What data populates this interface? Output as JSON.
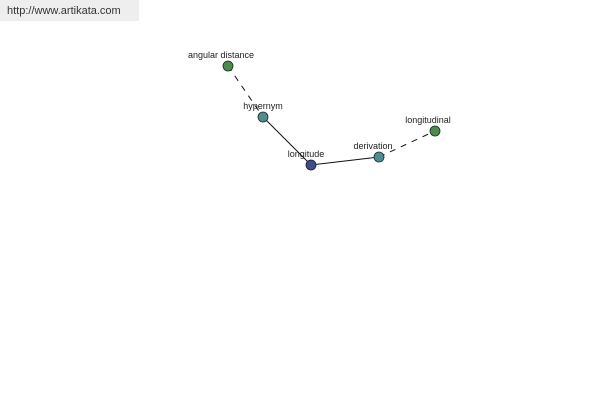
{
  "source": {
    "url_text": "http://www.artikata.com"
  },
  "graph": {
    "nodes": [
      {
        "id": "angular-distance",
        "label": "angular distance",
        "color": "#4e8a4e"
      },
      {
        "id": "hypernym",
        "label": "hypernym",
        "color": "#4e8e8e"
      },
      {
        "id": "longitude",
        "label": "longitude",
        "color": "#3c4e8e"
      },
      {
        "id": "derivation",
        "label": "derivation",
        "color": "#4e8e8e"
      },
      {
        "id": "longitudinal",
        "label": "longitudinal",
        "color": "#4e8a4e"
      }
    ],
    "edges": [
      {
        "from": "angular-distance",
        "to": "hypernym",
        "style": "dashed"
      },
      {
        "from": "hypernym",
        "to": "longitude",
        "style": "solid"
      },
      {
        "from": "longitude",
        "to": "derivation",
        "style": "solid"
      },
      {
        "from": "derivation",
        "to": "longitudinal",
        "style": "dashed"
      }
    ]
  }
}
